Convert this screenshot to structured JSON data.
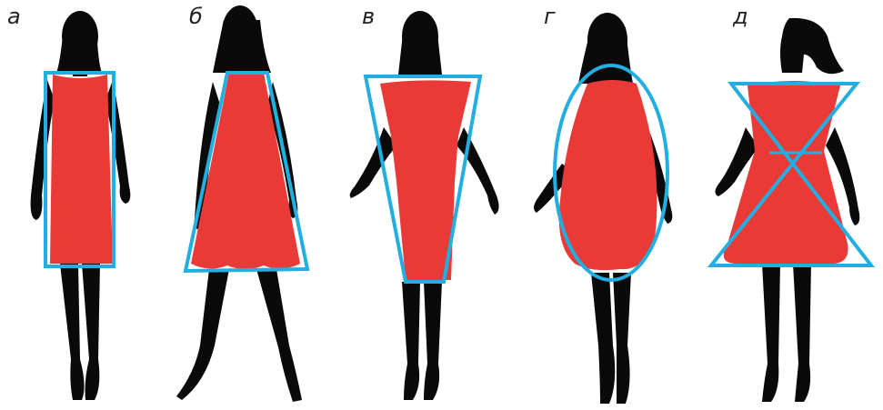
{
  "colors": {
    "silhouette": "#0a0a0a",
    "dress": "#ea3a38",
    "outline": "#22aee0",
    "background": "#ffffff"
  },
  "figures": [
    {
      "label": "а",
      "shape": "rectangle"
    },
    {
      "label": "б",
      "shape": "trapezoid"
    },
    {
      "label": "в",
      "shape": "inverted-trapezoid"
    },
    {
      "label": "г",
      "shape": "ellipse"
    },
    {
      "label": "д",
      "shape": "hourglass"
    }
  ]
}
